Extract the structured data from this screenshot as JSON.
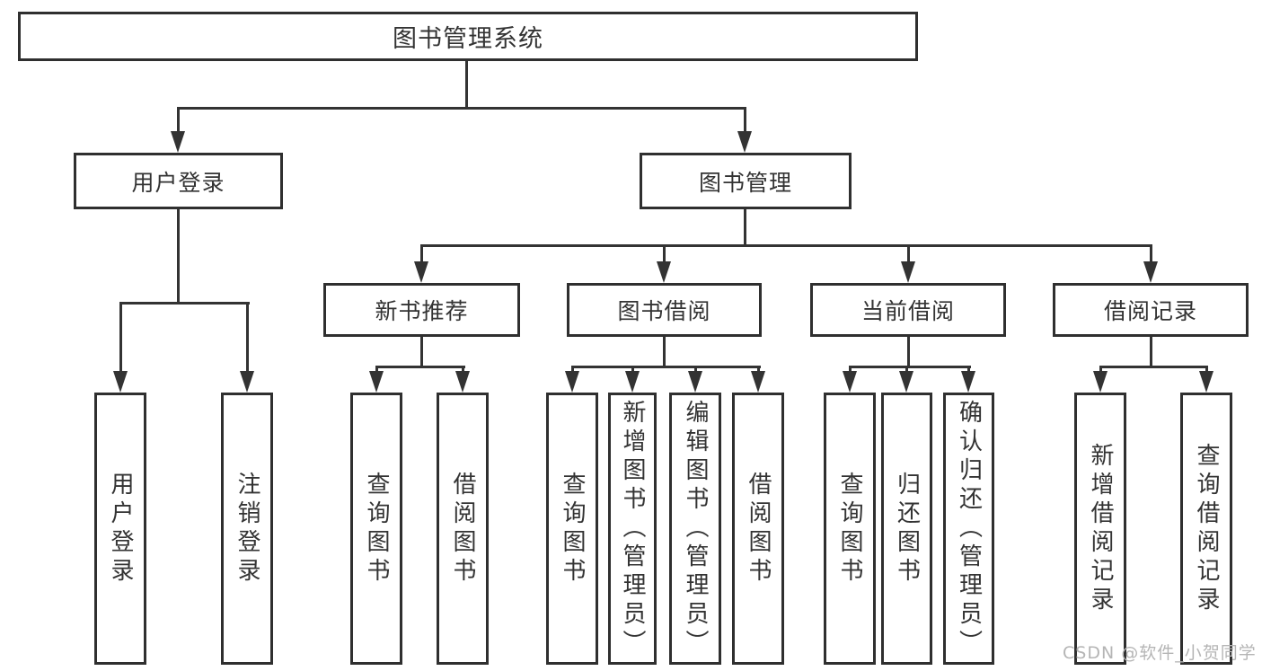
{
  "title": "图书管理系统",
  "level2": [
    {
      "label": "用户登录"
    },
    {
      "label": "图书管理"
    }
  ],
  "level3": [
    {
      "label": "新书推荐"
    },
    {
      "label": "图书借阅"
    },
    {
      "label": "当前借阅"
    },
    {
      "label": "借阅记录"
    }
  ],
  "leaves": {
    "login": [
      "用户登录",
      "注销登录"
    ],
    "recommend": [
      "查询图书",
      "借阅图书"
    ],
    "borrow": [
      "查询图书",
      "新增图书（管理员）",
      "编辑图书（管理员）",
      "借阅图书"
    ],
    "current": [
      "查询图书",
      "归还图书",
      "确认归还（管理员）"
    ],
    "records": [
      "新增借阅记录",
      "查询借阅记录"
    ]
  },
  "watermark": "CSDN @软件_小贺同学",
  "colors": {
    "line": "#333333",
    "border": "#2f2f2f",
    "text": "#333333",
    "watermark": "#b5b5b5",
    "background": "#ffffff"
  }
}
